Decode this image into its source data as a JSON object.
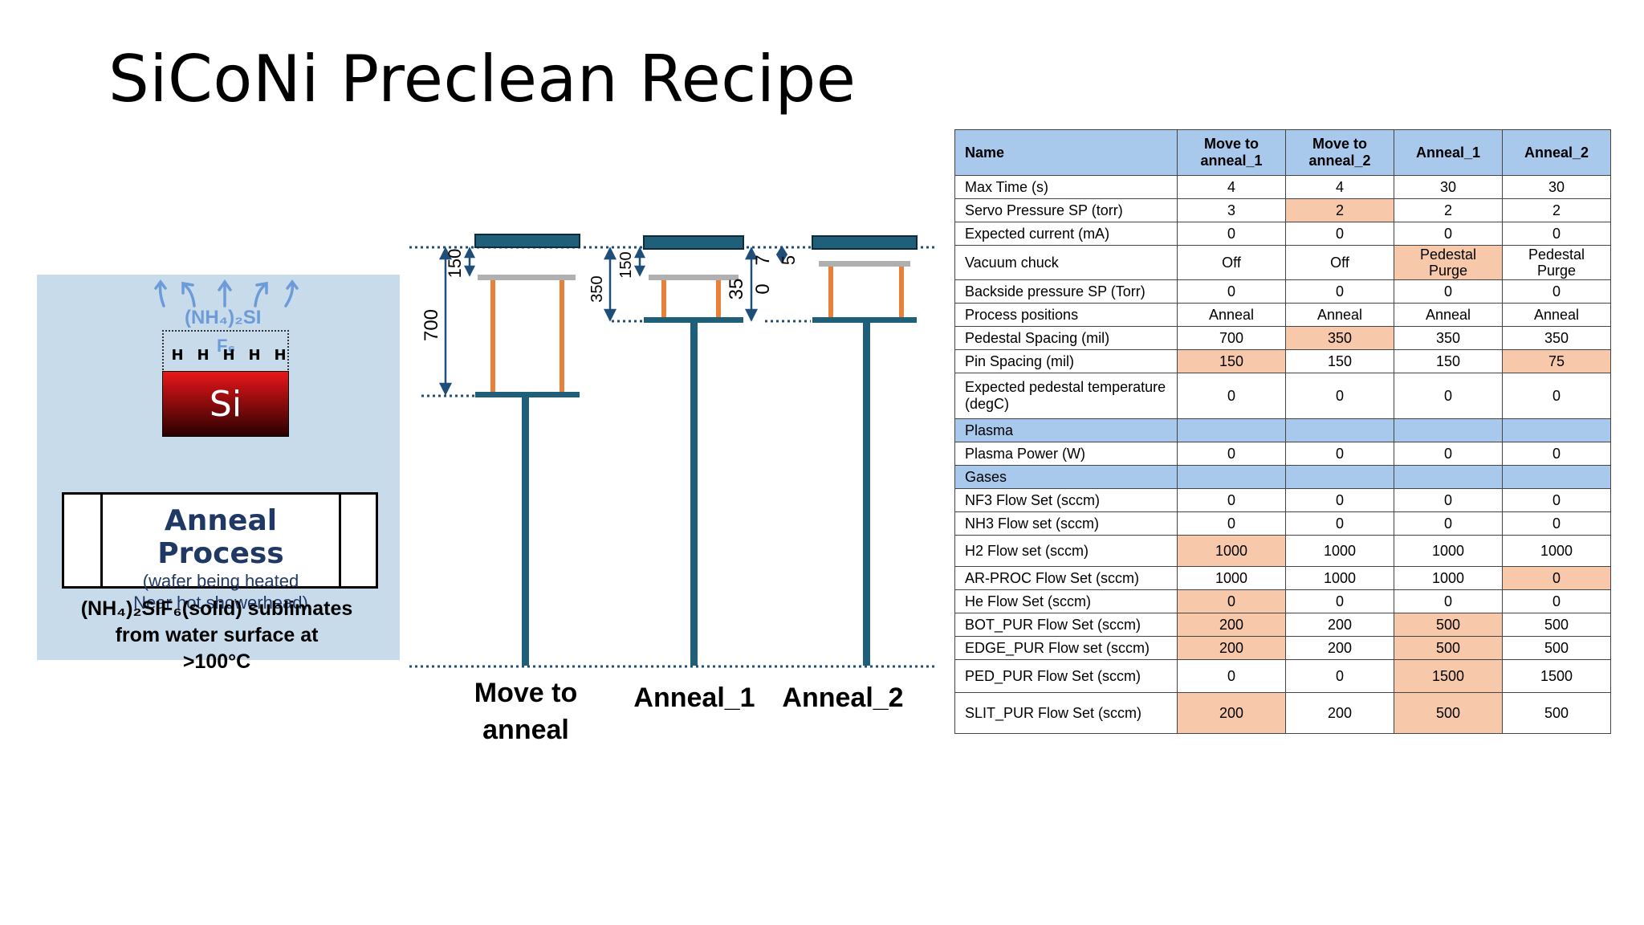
{
  "title": "SiCoNi Preclean Recipe",
  "left_panel": {
    "byproduct_label": "(NH₄)₂SI",
    "byproduct_label_cont": "F₆",
    "h_atoms": [
      "H",
      "H",
      "H",
      "H",
      "H"
    ],
    "substrate_label": "Si",
    "process_title": "Anneal Process",
    "process_sub1": "(wafer being heated",
    "process_sub2": "Near hot showerhead)",
    "sublimate_line1": "(NH₄)₂SIF₆(solid) sublimates",
    "sublimate_line2": "from water surface at",
    "sublimate_line3": ">100°C"
  },
  "diagram": {
    "positions": [
      {
        "label_line1": "Move to",
        "label_line2": "anneal",
        "pedestal_spacing": "700",
        "pin_spacing": "150"
      },
      {
        "label_line1": "Anneal_1",
        "label_line2": "",
        "pedestal_spacing": "350",
        "pin_spacing": "150"
      },
      {
        "label_line1": "Anneal_2",
        "label_line2": "",
        "pedestal_spacing": "350",
        "pin_spacing": "75"
      }
    ],
    "dim_labels": {
      "d700": "700",
      "d150a": "150",
      "d350": "350",
      "d150b": "150",
      "d35": "35",
      "d0": "0",
      "d7": "7",
      "d5": "5"
    },
    "colors": {
      "plate": "#1f5f7a",
      "pin": "#e8803a",
      "wafer": "#b0b0b0",
      "dim": "#1f4e79"
    }
  },
  "table": {
    "headers": [
      "Name",
      "Move to anneal_1",
      "Move to anneal_2",
      "Anneal_1",
      "Anneal_2"
    ],
    "header_lines": [
      [
        "Name"
      ],
      [
        "Move to",
        "anneal_1"
      ],
      [
        "Move to",
        "anneal_2"
      ],
      [
        "Anneal_1"
      ],
      [
        "Anneal_2"
      ]
    ],
    "rows": [
      {
        "name": "Max Time (s)",
        "values": [
          "4",
          "4",
          "30",
          "30"
        ],
        "hl": [
          false,
          false,
          false,
          false
        ]
      },
      {
        "name": "Servo Pressure SP (torr)",
        "values": [
          "3",
          "2",
          "2",
          "2"
        ],
        "hl": [
          false,
          true,
          false,
          false
        ]
      },
      {
        "name": "Expected current (mA)",
        "values": [
          "0",
          "0",
          "0",
          "0"
        ],
        "hl": [
          false,
          false,
          false,
          false
        ]
      },
      {
        "name": "Vacuum chuck",
        "values": [
          "Off",
          "Off",
          "Pedestal Purge",
          "Pedestal Purge"
        ],
        "hl": [
          false,
          false,
          true,
          false
        ]
      },
      {
        "name": "Backside pressure SP (Torr)",
        "values": [
          "0",
          "0",
          "0",
          "0"
        ],
        "hl": [
          false,
          false,
          false,
          false
        ]
      },
      {
        "name": "Process positions",
        "values": [
          "Anneal",
          "Anneal",
          "Anneal",
          "Anneal"
        ],
        "hl": [
          false,
          false,
          false,
          false
        ]
      },
      {
        "name": "Pedestal Spacing (mil)",
        "values": [
          "700",
          "350",
          "350",
          "350"
        ],
        "hl": [
          false,
          true,
          false,
          false
        ]
      },
      {
        "name": "Pin Spacing (mil)",
        "values": [
          "150",
          "150",
          "150",
          "75"
        ],
        "hl": [
          true,
          false,
          false,
          true
        ]
      },
      {
        "name": "Expected pedestal temperature (degC)",
        "values": [
          "0",
          "0",
          "0",
          "0"
        ],
        "hl": [
          false,
          false,
          false,
          false
        ]
      },
      {
        "section": "Plasma"
      },
      {
        "name": "Plasma Power (W)",
        "values": [
          "0",
          "0",
          "0",
          "0"
        ],
        "hl": [
          false,
          false,
          false,
          false
        ]
      },
      {
        "section": "Gases"
      },
      {
        "name": "NF3 Flow Set (sccm)",
        "values": [
          "0",
          "0",
          "0",
          "0"
        ],
        "hl": [
          false,
          false,
          false,
          false
        ]
      },
      {
        "name": "NH3 Flow set (sccm)",
        "values": [
          "0",
          "0",
          "0",
          "0"
        ],
        "hl": [
          false,
          false,
          false,
          false
        ]
      },
      {
        "name": "H2 Flow set (sccm)",
        "values": [
          "1000",
          "1000",
          "1000",
          "1000"
        ],
        "hl": [
          true,
          false,
          false,
          false
        ]
      },
      {
        "name": "AR-PROC Flow Set (sccm)",
        "values": [
          "1000",
          "1000",
          "1000",
          "0"
        ],
        "hl": [
          false,
          false,
          false,
          true
        ]
      },
      {
        "name": "He Flow Set (sccm)",
        "values": [
          "0",
          "0",
          "0",
          "0"
        ],
        "hl": [
          true,
          false,
          false,
          false
        ]
      },
      {
        "name": "BOT_PUR Flow Set (sccm)",
        "values": [
          "200",
          "200",
          "500",
          "500"
        ],
        "hl": [
          true,
          false,
          true,
          false
        ]
      },
      {
        "name": "EDGE_PUR Flow set (sccm)",
        "values": [
          "200",
          "200",
          "500",
          "500"
        ],
        "hl": [
          true,
          false,
          true,
          false
        ]
      },
      {
        "name": "PED_PUR Flow Set (sccm)",
        "values": [
          "0",
          "0",
          "1500",
          "1500"
        ],
        "hl": [
          false,
          false,
          true,
          false
        ]
      },
      {
        "name": "SLIT_PUR Flow Set (sccm)",
        "values": [
          "200",
          "200",
          "500",
          "500"
        ],
        "hl": [
          true,
          false,
          true,
          false
        ]
      }
    ],
    "colors": {
      "header": "#a8c8ec",
      "highlight": "#f7c9aa"
    }
  }
}
